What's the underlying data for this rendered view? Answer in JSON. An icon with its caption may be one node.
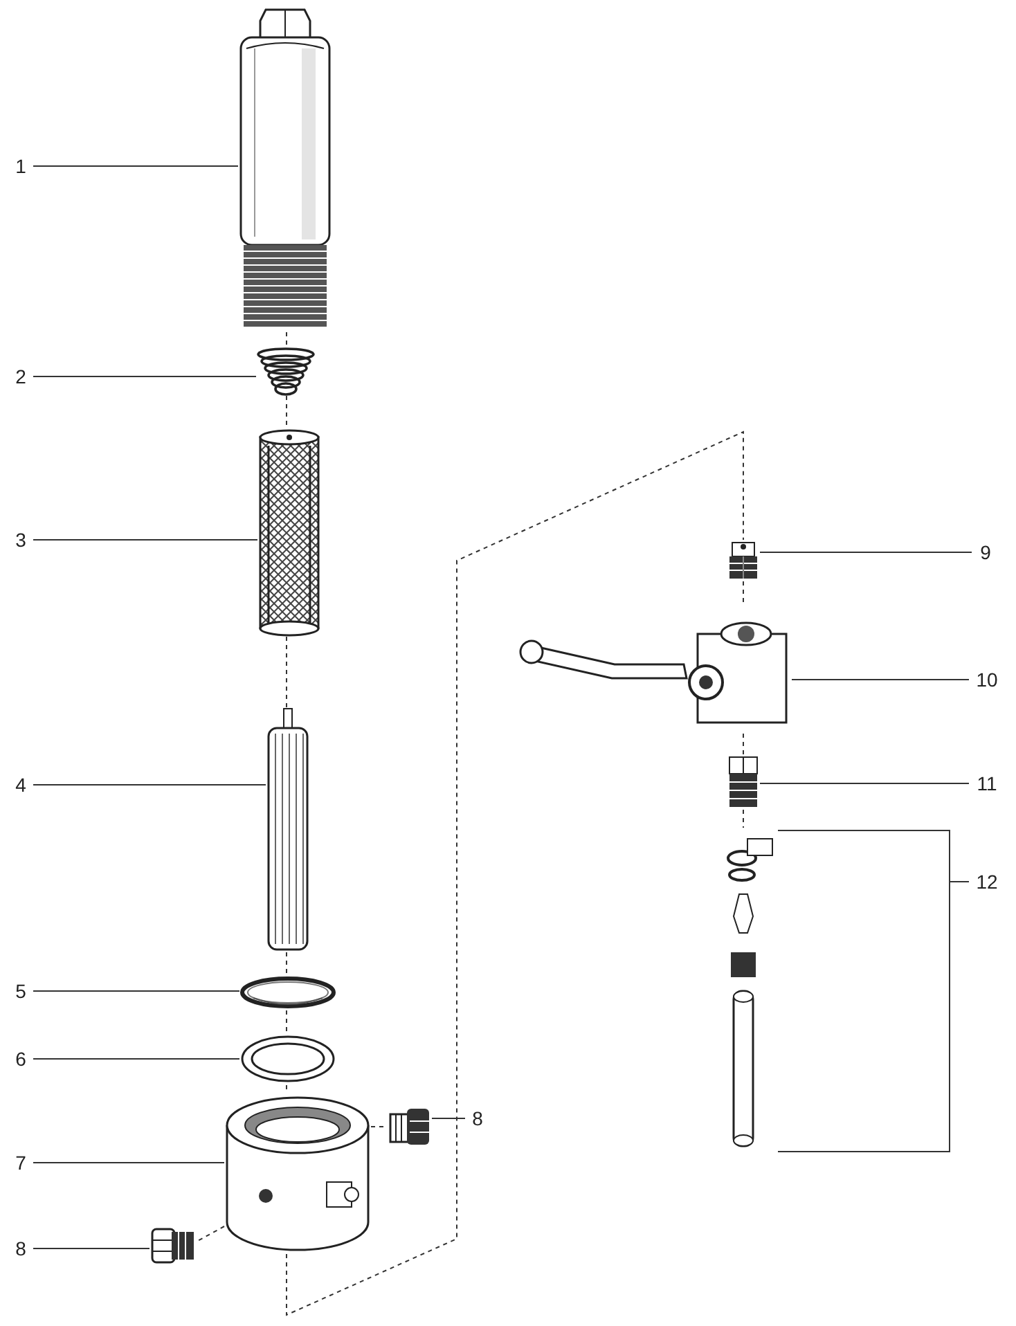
{
  "diagram": {
    "nodes": [
      {
        "text": [
          "1"
        ]
      },
      {
        "text": [
          "2"
        ]
      },
      {
        "text": [
          "3"
        ]
      },
      {
        "text": [
          "4"
        ]
      },
      {
        "text": [
          "5"
        ]
      },
      {
        "text": [
          "6"
        ]
      },
      {
        "text": [
          "7"
        ]
      },
      {
        "text": [
          "8"
        ]
      },
      {
        "text": [
          "8"
        ]
      },
      {
        "text": [
          "9"
        ]
      },
      {
        "text": [
          "10"
        ]
      },
      {
        "text": [
          "11"
        ]
      },
      {
        "text": [
          "12"
        ]
      },
      {
        "text": [],
        "shape": "picture"
      },
      {
        "text": [],
        "shape": "picture"
      },
      {
        "text": [],
        "shape": "picture"
      },
      {
        "text": [],
        "shape": "picture"
      },
      {
        "text": [],
        "shape": "picture"
      },
      {
        "text": [],
        "shape": "picture"
      },
      {
        "text": [],
        "shape": "picture"
      },
      {
        "text": [],
        "shape": "picture"
      },
      {
        "text": [],
        "shape": "picture"
      },
      {
        "text": [],
        "shape": "picture"
      },
      {
        "text": [],
        "shape": "picture"
      },
      {
        "text": [],
        "shape": "picture"
      },
      {
        "text": [],
        "shape": "picture"
      }
    ],
    "edges": [
      {
        "from": 0,
        "to": 13,
        "arrow": "none"
      },
      {
        "from": 1,
        "to": 14,
        "arrow": "none"
      },
      {
        "from": 2,
        "to": 15,
        "arrow": "none"
      },
      {
        "from": 3,
        "to": 16,
        "arrow": "none"
      },
      {
        "from": 4,
        "to": 17,
        "arrow": "none"
      },
      {
        "from": 5,
        "to": 18,
        "arrow": "none"
      },
      {
        "from": 6,
        "to": 19,
        "arrow": "none"
      },
      {
        "from": 7,
        "to": 20,
        "arrow": "none"
      },
      {
        "from": 8,
        "to": 21,
        "arrow": "none"
      },
      {
        "from": 9,
        "to": 22,
        "arrow": "none"
      },
      {
        "from": 10,
        "to": 23,
        "arrow": "none"
      },
      {
        "from": 11,
        "to": 24,
        "arrow": "none"
      },
      {
        "from": 12,
        "to": 25,
        "arrow": "none"
      },
      {
        "from": 13,
        "to": 14,
        "arrow": "none",
        "style": "dashed"
      },
      {
        "from": 14,
        "to": 15,
        "arrow": "none",
        "style": "dashed"
      },
      {
        "from": 15,
        "to": 16,
        "arrow": "none",
        "style": "dashed"
      },
      {
        "from": 16,
        "to": 17,
        "arrow": "none",
        "style": "dashed"
      },
      {
        "from": 17,
        "to": 18,
        "arrow": "none",
        "style": "dashed"
      },
      {
        "from": 18,
        "to": 19,
        "arrow": "none",
        "style": "dashed"
      },
      {
        "from": 19,
        "to": 20,
        "arrow": "none",
        "style": "dashed"
      },
      {
        "from": 19,
        "to": 21,
        "arrow": "none",
        "style": "dashed"
      },
      {
        "from": 19,
        "to": 22,
        "arrow": "none",
        "style": "dashed"
      },
      {
        "from": 22,
        "to": 23,
        "arrow": "none",
        "style": "dashed"
      },
      {
        "from": 23,
        "to": 24,
        "arrow": "none",
        "style": "dashed"
      },
      {
        "from": 24,
        "to": 25,
        "arrow": "none",
        "style": "dashed"
      }
    ]
  }
}
